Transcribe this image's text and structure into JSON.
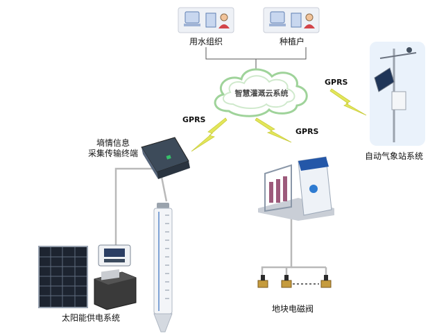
{
  "nodes": {
    "water_org": {
      "label": "用水组织",
      "icon": "computer-user-icon"
    },
    "farmer": {
      "label": "种植户",
      "icon": "computer-user-icon"
    },
    "cloud": {
      "label": "智慧灌溉云系统",
      "icon": "cloud-icon"
    },
    "weather_station": {
      "label": "自动气象站系统",
      "icon": "weather-station-icon"
    },
    "terminal": {
      "label_line1": "墒情信息",
      "label_line2": "采集传输终端",
      "icon": "router-terminal-icon"
    },
    "solar": {
      "label": "太阳能供电系统",
      "icon": "solar-panel-icon"
    },
    "valves": {
      "label": "地块电磁阀",
      "icon": "solenoid-valve-icon"
    },
    "fertigation": {
      "icon": "fertigation-machine-icon"
    },
    "soil_sensor": {
      "icon": "soil-moisture-probe-icon"
    }
  },
  "links": {
    "cloud_weather": "GPRS",
    "cloud_terminal": "GPRS",
    "cloud_fertigation": "GPRS"
  },
  "colors": {
    "cloud": "#9fd39a",
    "lightning": "#e3e65a",
    "wire": "#b9b9b9"
  }
}
